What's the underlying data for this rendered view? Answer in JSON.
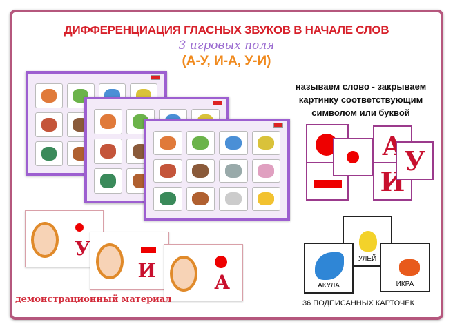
{
  "header": {
    "title": "ДИФФЕРЕНЦИАЦИЯ  ГЛАСНЫХ ЗВУКОВ В НАЧАЛЕ СЛОВ",
    "subtitle": "3 игровых поля",
    "pairs": "(А-У, И-А, У-И)"
  },
  "instructions": [
    "называем слово - закрываем",
    "картинку соответствующим",
    "символом или буквой"
  ],
  "letters": {
    "a": "А",
    "u": "У",
    "i": "И"
  },
  "demo": {
    "label": "демонстрационный материал",
    "cards": [
      "У",
      "И",
      "А"
    ]
  },
  "word_cards": {
    "items": [
      "УЛЕЙ",
      "АКУЛА",
      "ИКРА"
    ],
    "caption": "36 ПОДПИСАННЫХ КАРТОЧЕК"
  },
  "colors": {
    "frame": "#b5577d",
    "title": "#d7212b",
    "accent_red": "#e00000",
    "board": "#9d5fd0",
    "orange": "#f08a1e"
  }
}
